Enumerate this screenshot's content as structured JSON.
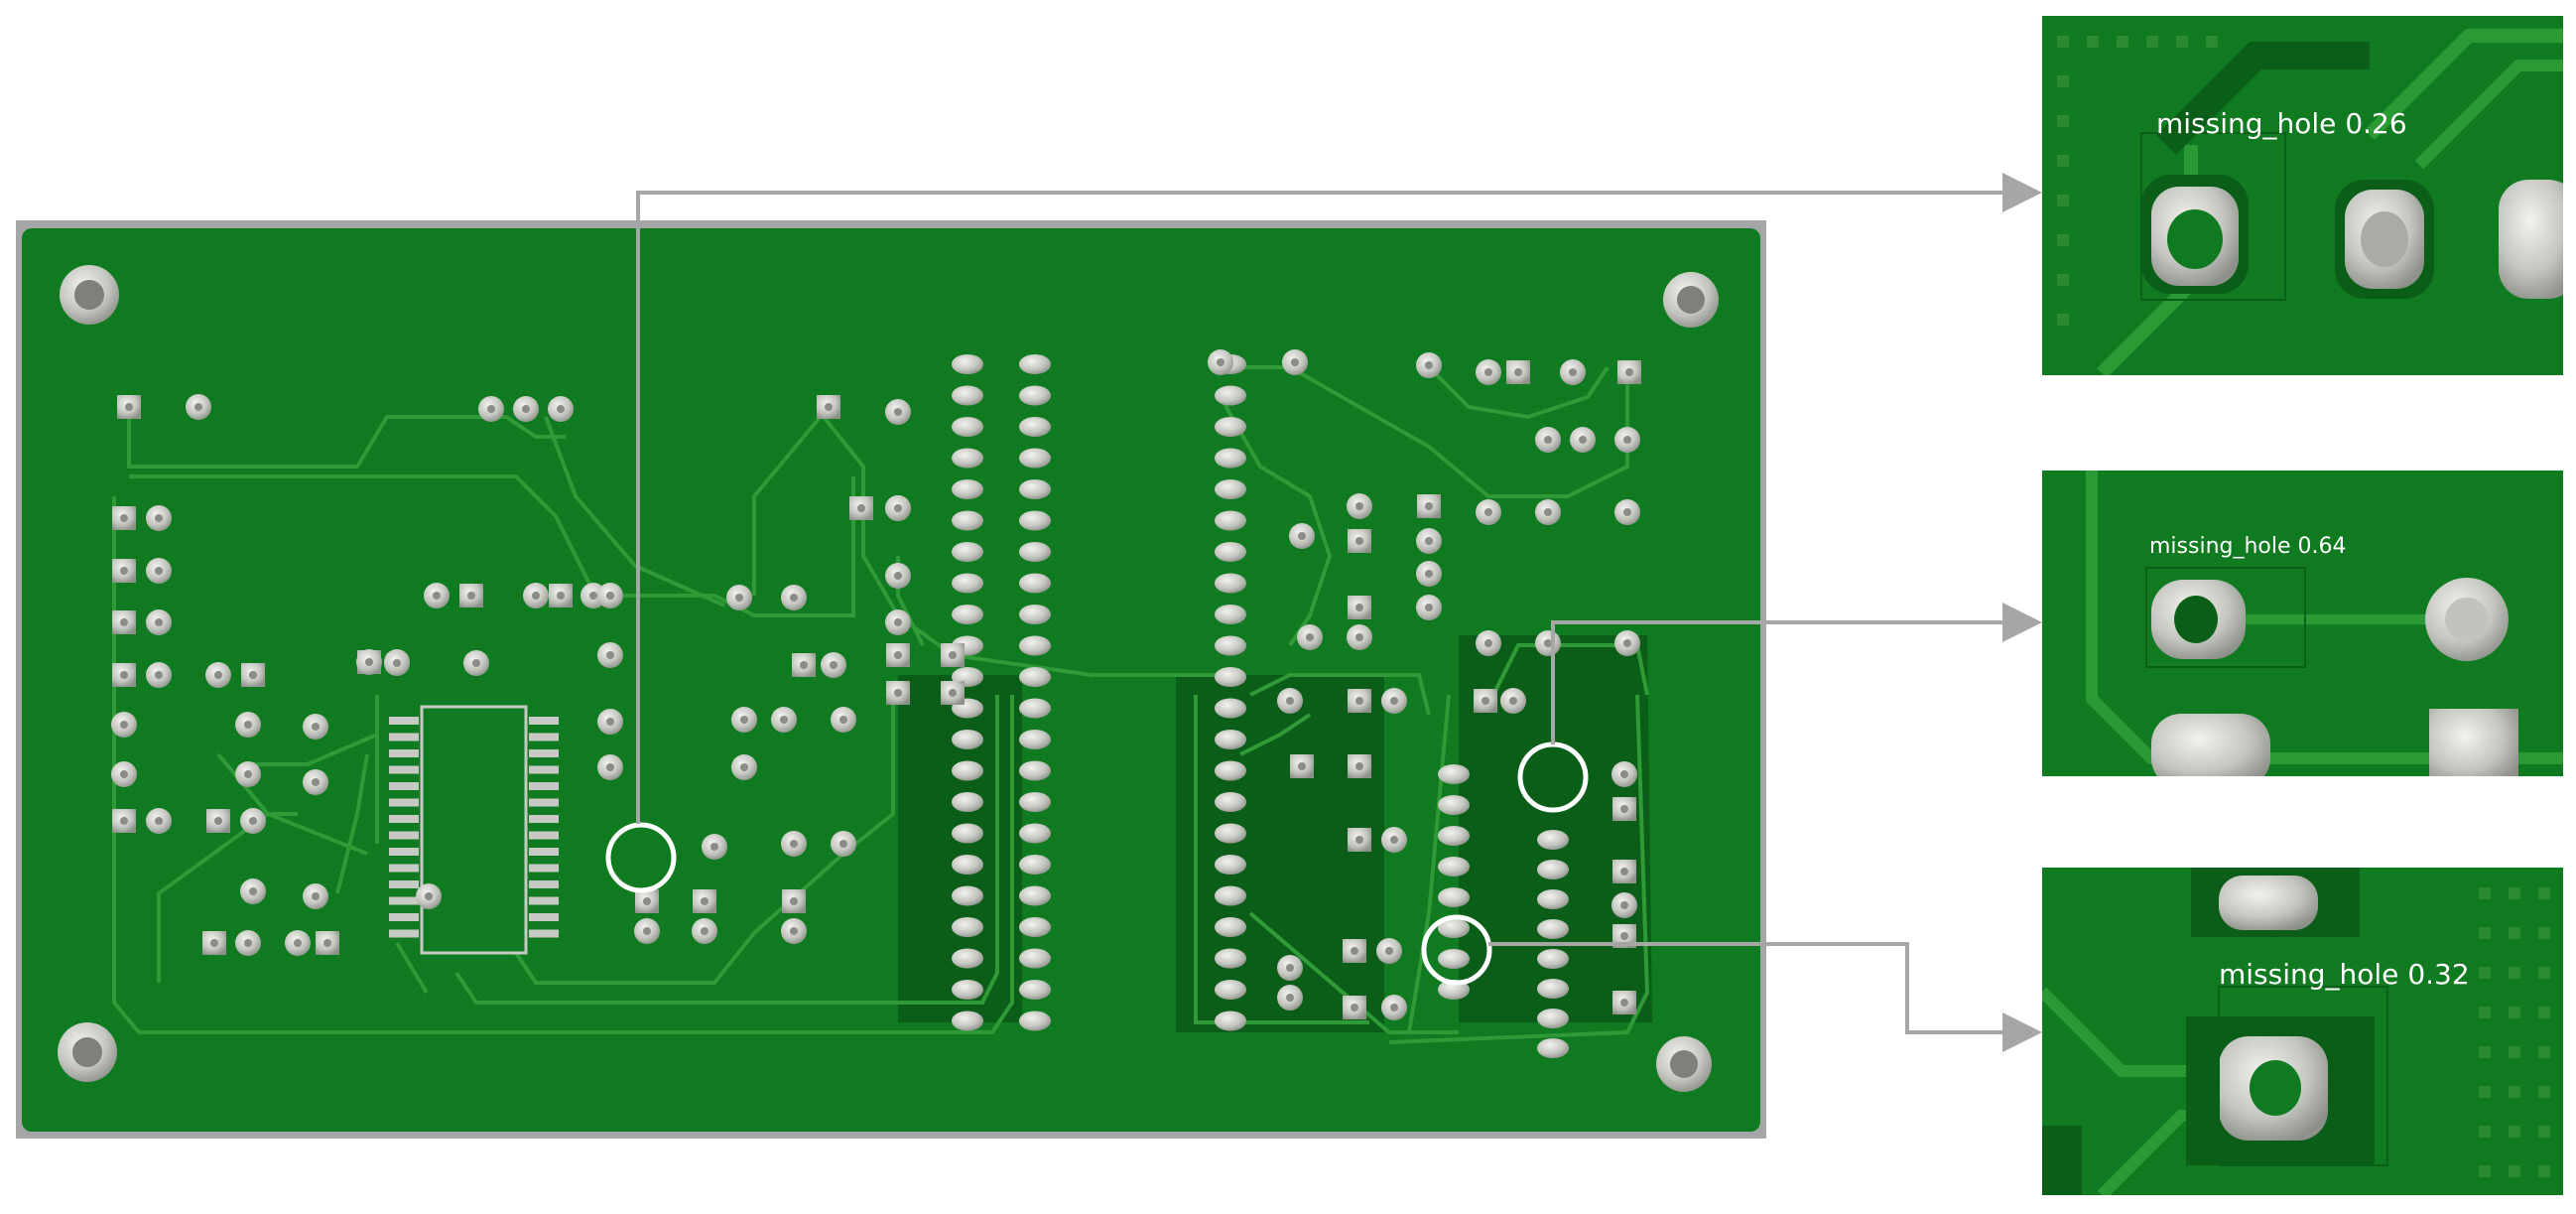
{
  "colors": {
    "board_green": "#0f7a1f",
    "board_dark": "#0b5e17",
    "trace_green": "#2f9a36",
    "pad_silver": "#c7c9c4",
    "frame_gray": "#a4a6a8",
    "marker_white": "#ffffff",
    "connector_gray": "#a6a6a6"
  },
  "detections": [
    {
      "label": "missing_hole 0.26"
    },
    {
      "label": "missing_hole 0.64"
    },
    {
      "label": "missing_hole 0.32"
    }
  ]
}
